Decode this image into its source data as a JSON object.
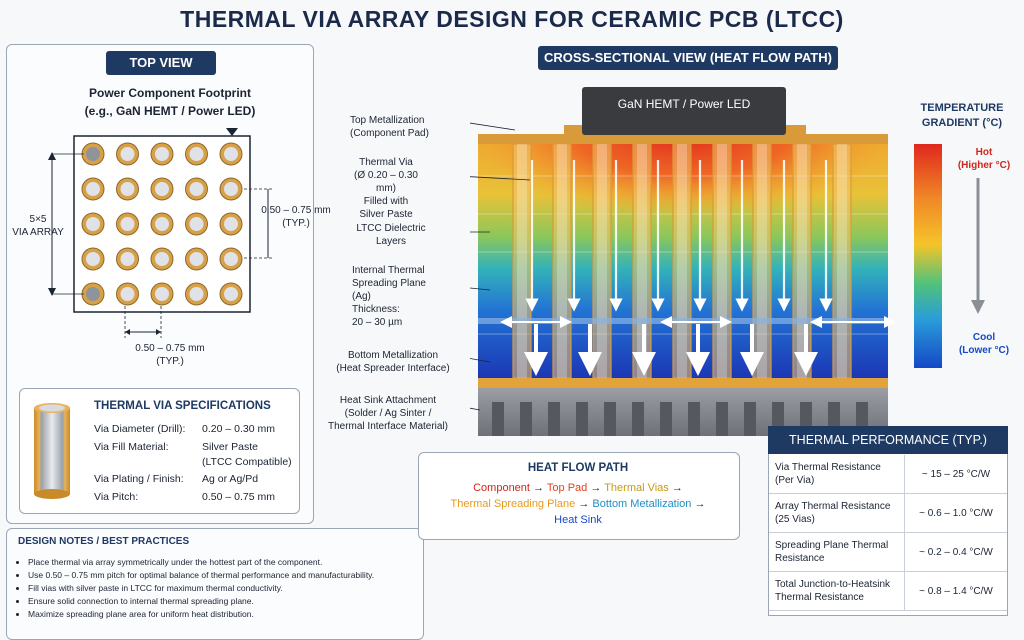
{
  "title": "THERMAL VIA ARRAY DESIGN FOR CERAMIC PCB (LTCC)",
  "top_view": {
    "tag": "TOP VIEW",
    "footprint_title": "Power Component Footprint",
    "footprint_sub": "(e.g., GaN HEMT / Power LED)",
    "array_label_1": "5×5",
    "array_label_2": "VIA ARRAY",
    "pitch_right_1": "0.50 – 0.75 mm",
    "pitch_right_2": "(TYP.)",
    "pitch_bottom_1": "0.50 – 0.75 mm",
    "pitch_bottom_2": "(TYP.)"
  },
  "specs": {
    "title": "THERMAL VIA SPECIFICATIONS",
    "rows": [
      {
        "k": "Via Diameter (Drill):",
        "v": "0.20 – 0.30 mm"
      },
      {
        "k": "Via Fill Material:",
        "v": "Silver Paste"
      },
      {
        "k": "",
        "v": "(LTCC Compatible)"
      },
      {
        "k": "Via Plating / Finish:",
        "v": "Ag or Ag/Pd"
      },
      {
        "k": "Via Pitch:",
        "v": "0.50 – 0.75 mm"
      }
    ]
  },
  "notes": {
    "title": "DESIGN NOTES / BEST PRACTICES",
    "items": [
      "Place thermal via array symmetrically under the hottest part of the component.",
      "Use 0.50 – 0.75 mm pitch for optimal balance of thermal performance and manufacturability.",
      "Fill vias with silver paste in LTCC for maximum thermal conductivity.",
      "Ensure solid connection to internal thermal spreading plane.",
      "Maximize spreading plane area for uniform heat distribution."
    ]
  },
  "cross_section": {
    "tag": "CROSS-SECTIONAL VIEW (HEAT FLOW PATH)",
    "component": "GaN HEMT / Power LED",
    "labels": [
      {
        "l1": "Top Metallization",
        "l2": "(Component Pad)"
      },
      {
        "l1": "Thermal Via",
        "l2": "(Ø 0.20 – 0.30 mm)",
        "l3": "Filled with",
        "l4": "Silver Paste"
      },
      {
        "l1": "LTCC Dielectric",
        "l2": "Layers"
      },
      {
        "l1": "Internal Thermal",
        "l2": "Spreading Plane",
        "l3": "(Ag)",
        "l4": "Thickness:",
        "l5": "20 – 30 µm"
      },
      {
        "l1": "Bottom Metallization",
        "l2": "(Heat Spreader Interface)"
      },
      {
        "l1": "Heat Sink Attachment",
        "l2": "(Solder / Ag Sinter /",
        "l3": "Thermal Interface Material)"
      }
    ]
  },
  "gradient": {
    "title_1": "TEMPERATURE",
    "title_2": "GRADIENT (°C)",
    "hot_1": "Hot",
    "hot_2": "(Higher °C)",
    "cool_1": "Cool",
    "cool_2": "(Lower °C)",
    "colors": {
      "hot": "#e0281e",
      "mid": "#f5c42a",
      "cool": "#1548c8"
    }
  },
  "heat_flow": {
    "title": "HEAT FLOW PATH",
    "s1": "Component",
    "s2": "Top Pad",
    "s3": "Thermal Vias",
    "s4": "Thermal Spreading Plane",
    "s5": "Bottom Metallization",
    "s6": "Heat Sink",
    "arrow": "→"
  },
  "performance": {
    "title": "THERMAL PERFORMANCE (TYP.)",
    "rows": [
      {
        "k1": "Via Thermal Resistance",
        "k2": "(Per Via)",
        "v": "~ 15 – 25 °C/W"
      },
      {
        "k1": "Array Thermal Resistance",
        "k2": "(25 Vias)",
        "v": "~ 0.6 – 1.0 °C/W"
      },
      {
        "k1": "Spreading Plane Thermal",
        "k2": "Resistance",
        "v": "~ 0.2 – 0.4 °C/W"
      },
      {
        "k1": "Total Junction-to-Heatsink",
        "k2": "Thermal Resistance",
        "v": "~ 0.8 – 1.4 °C/W"
      }
    ]
  }
}
